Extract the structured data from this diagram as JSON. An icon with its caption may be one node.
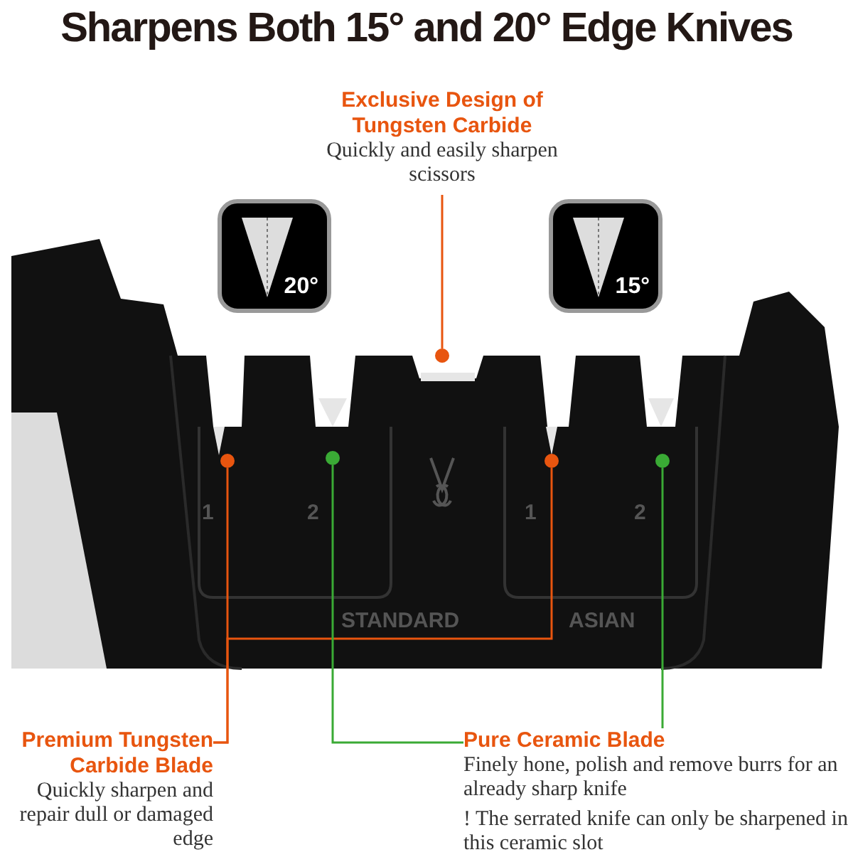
{
  "diagram": {
    "title": "Sharpens Both 15° and 20° Edge Knives",
    "nodes": [
      {
        "text": [
          "Exclusive Design of Tungsten Carbide",
          "Quickly and easily sharpen scissors"
        ]
      },
      {
        "text": [
          "20°"
        ]
      },
      {
        "text": [
          "15°"
        ]
      },
      {
        "text": [],
        "shape": "circle"
      },
      {
        "text": [],
        "shape": "circle"
      },
      {
        "text": [],
        "shape": "circle"
      },
      {
        "text": [],
        "shape": "circle"
      },
      {
        "text": [],
        "shape": "circle"
      },
      {
        "text": [
          "Premium Tungsten Carbide Blade",
          "Quickly sharpen and repair dull or damaged edge"
        ]
      },
      {
        "text": [
          "Pure Ceramic Blade",
          "Finely hone, polish and remove burrs for an already sharp knife",
          "! The serrated knife can only be sharpened in this ceramic slot"
        ]
      }
    ],
    "edges": [
      {
        "from": 0,
        "to": 5,
        "arrow": "none"
      },
      {
        "from": 8,
        "to": 3,
        "arrow": "none"
      },
      {
        "from": 8,
        "to": 6,
        "arrow": "none"
      },
      {
        "from": 9,
        "to": 4,
        "arrow": "none",
        "color": "#3aaa35"
      },
      {
        "from": 9,
        "to": 7,
        "arrow": "none",
        "color": "#3aaa35"
      }
    ],
    "labels": [
      "1",
      "2",
      "1",
      "2",
      "STANDARD",
      "ASIAN"
    ]
  }
}
